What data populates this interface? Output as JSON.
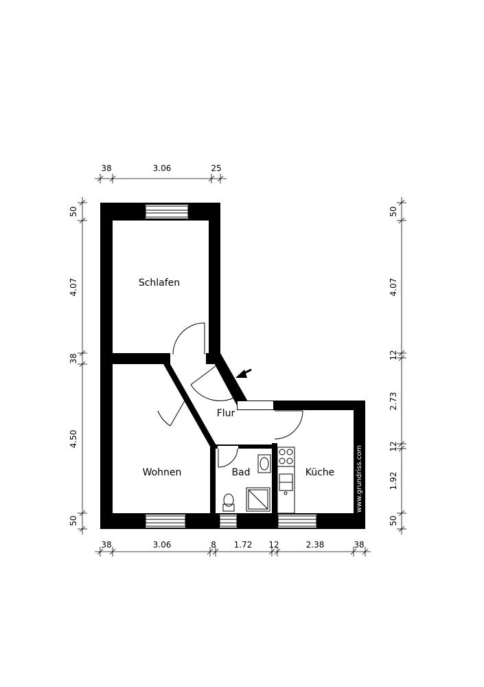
{
  "rooms": {
    "schlafen": "Schlafen",
    "flur": "Flur",
    "wohnen": "Wohnen",
    "bad": "Bad",
    "kueche": "Küche"
  },
  "dimensions": {
    "top": [
      "38",
      "3.06",
      "25"
    ],
    "bottom": [
      "38",
      "3.06",
      "8",
      "1.72",
      "12",
      "2.38",
      "38"
    ],
    "left": [
      "50",
      "4.07",
      "38",
      "4.50",
      "50"
    ],
    "right": [
      "50",
      "4.07",
      "12",
      "2.73",
      "12",
      "1.92",
      "50"
    ]
  },
  "watermark": "www.grundriss.com",
  "icons": {
    "entrance": "entrance-arrow-icon"
  }
}
